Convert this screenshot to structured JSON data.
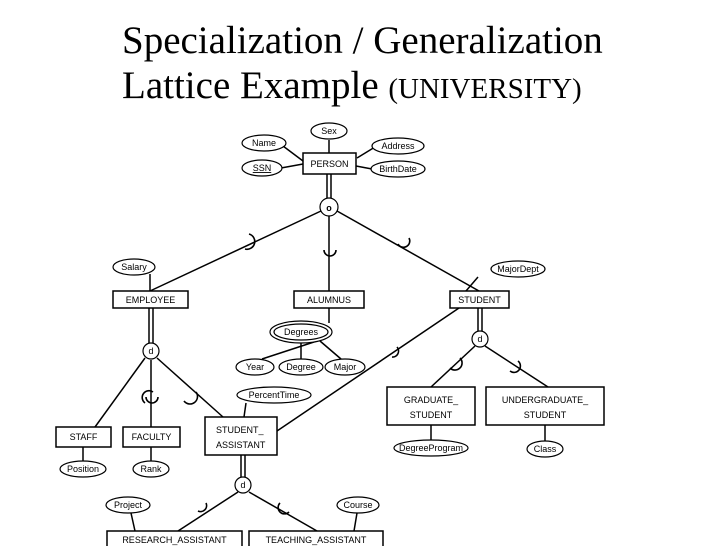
{
  "title": {
    "line1": "Specialization / Generalization",
    "line2": "Lattice Example",
    "line2_suffix": "(UNIVERSITY)"
  },
  "entities": {
    "person": "PERSON",
    "employee": "EMPLOYEE",
    "alumnus": "ALUMNUS",
    "student": "STUDENT",
    "staff": "STAFF",
    "faculty": "FACULTY",
    "student_assistant": [
      "STUDENT_",
      "ASSISTANT"
    ],
    "graduate_student": [
      "GRADUATE_",
      "STUDENT"
    ],
    "undergraduate_student": [
      "UNDERGRADUATE_",
      "STUDENT"
    ],
    "research_assistant": "RESEARCH_ASSISTANT",
    "teaching_assistant": "TEACHING_ASSISTANT"
  },
  "attributes": {
    "name": "Name",
    "sex": "Sex",
    "address": "Address",
    "ssn": "SSN",
    "birthdate": "BirthDate",
    "salary": "Salary",
    "majordept": "MajorDept",
    "degrees": "Degrees",
    "year": "Year",
    "degree": "Degree",
    "major": "Major",
    "percenttime": "PercentTime",
    "position": "Position",
    "rank": "Rank",
    "degreeprogram": "DegreeProgram",
    "class": "Class",
    "project": "Project",
    "course": "Course"
  },
  "specialization_circles": {
    "person": "o",
    "employee": "d",
    "student": "d",
    "student_assistant": "d"
  }
}
